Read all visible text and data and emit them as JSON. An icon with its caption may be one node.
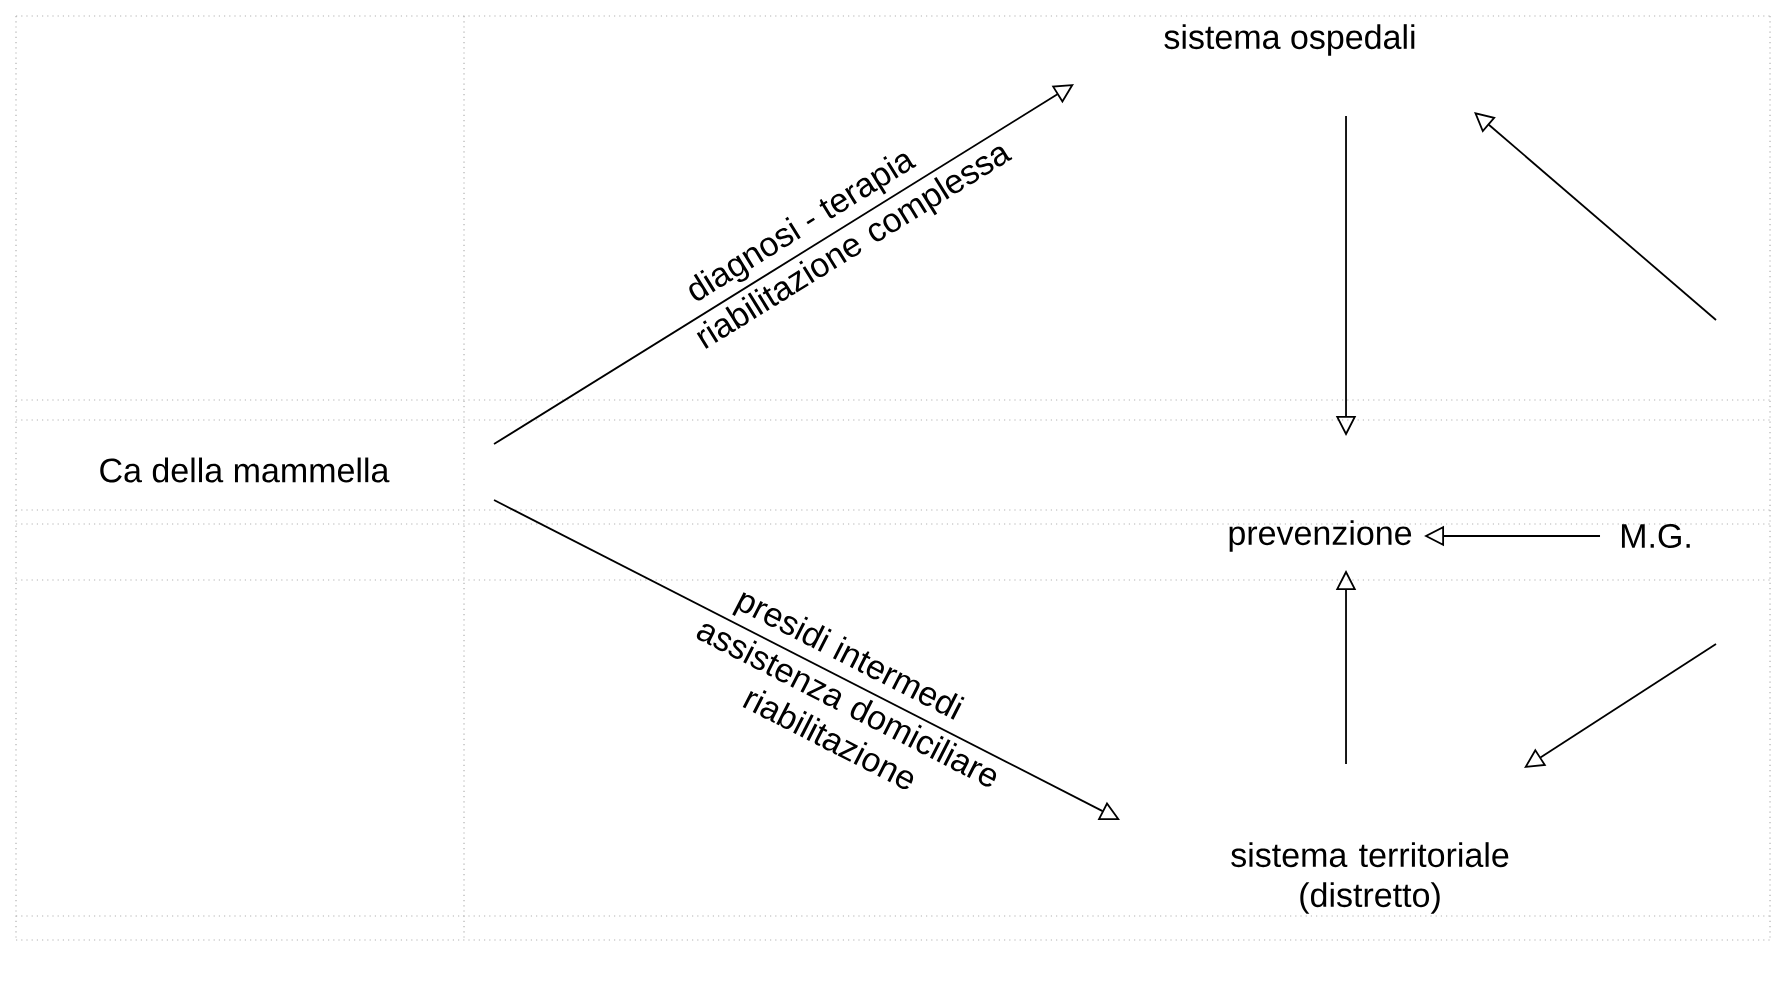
{
  "diagram": {
    "nodes": [
      {
        "text": [
          "Ca della mammella"
        ]
      },
      {
        "text": [
          "sistema ospedali"
        ]
      },
      {
        "text": [
          "prevenzione"
        ]
      },
      {
        "text": [
          "M.G."
        ]
      },
      {
        "text": [
          "sistema territoriale (distretto)"
        ]
      }
    ],
    "edges": [
      {
        "from": 0,
        "to": 1,
        "arrow": "to",
        "label": "diagnosi - terapia"
      },
      {
        "from": 0,
        "to": 4,
        "arrow": "to",
        "label": "presidi intermedi"
      },
      {
        "from": 1,
        "to": 2,
        "arrow": "to"
      },
      {
        "from": 4,
        "to": 2,
        "arrow": "to"
      },
      {
        "from": 3,
        "to": 2,
        "arrow": "to"
      },
      {
        "from": null,
        "to": 1,
        "arrow": "to"
      },
      {
        "from": null,
        "to": 4,
        "arrow": "to"
      }
    ],
    "labels": [
      "riabilitazione complessa",
      "assistenza domiciliare riabilitazione"
    ]
  }
}
